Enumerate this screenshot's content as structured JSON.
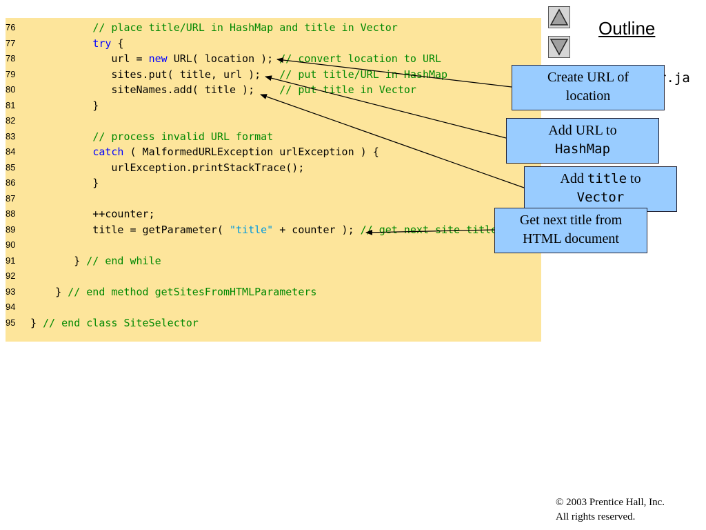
{
  "outline": {
    "title": "Outline",
    "file_fragment": "r.ja",
    "up_icon": "triangle-up-icon",
    "down_icon": "triangle-down-icon"
  },
  "code_lines": [
    {
      "num": "76",
      "parts": [
        {
          "t": "          "
        },
        {
          "t": "// place title/URL in HashMap and title in Vector",
          "c": "cm"
        }
      ]
    },
    {
      "num": "77",
      "parts": [
        {
          "t": "          "
        },
        {
          "t": "try",
          "c": "kw"
        },
        {
          "t": " {"
        }
      ]
    },
    {
      "num": "78",
      "parts": [
        {
          "t": "             url = "
        },
        {
          "t": "new",
          "c": "kw"
        },
        {
          "t": " URL( location ); "
        },
        {
          "t": "// convert location to URL",
          "c": "cm"
        }
      ]
    },
    {
      "num": "79",
      "parts": [
        {
          "t": "             sites.put( title, url );   "
        },
        {
          "t": "// put title/URL in HashMap",
          "c": "cm"
        }
      ]
    },
    {
      "num": "80",
      "parts": [
        {
          "t": "             siteNames.add( title );    "
        },
        {
          "t": "// put title in Vector",
          "c": "cm"
        }
      ]
    },
    {
      "num": "81",
      "parts": [
        {
          "t": "          }"
        }
      ]
    },
    {
      "num": "82",
      "parts": []
    },
    {
      "num": "83",
      "parts": [
        {
          "t": "          "
        },
        {
          "t": "// process invalid URL format",
          "c": "cm"
        }
      ]
    },
    {
      "num": "84",
      "parts": [
        {
          "t": "          "
        },
        {
          "t": "catch",
          "c": "kw"
        },
        {
          "t": " ( MalformedURLException urlException ) {"
        }
      ]
    },
    {
      "num": "85",
      "parts": [
        {
          "t": "             urlException.printStackTrace();"
        }
      ]
    },
    {
      "num": "86",
      "parts": [
        {
          "t": "          }"
        }
      ]
    },
    {
      "num": "87",
      "parts": []
    },
    {
      "num": "88",
      "parts": [
        {
          "t": "          ++counter;"
        }
      ]
    },
    {
      "num": "89",
      "parts": [
        {
          "t": "          title = getParameter( "
        },
        {
          "t": "\"title\"",
          "c": "str"
        },
        {
          "t": " + counter ); "
        },
        {
          "t": "// get next site title",
          "c": "cm"
        }
      ]
    },
    {
      "num": "90",
      "parts": []
    },
    {
      "num": "91",
      "parts": [
        {
          "t": "       } "
        },
        {
          "t": "// end while",
          "c": "cm"
        }
      ]
    },
    {
      "num": "92",
      "parts": []
    },
    {
      "num": "93",
      "parts": [
        {
          "t": "    } "
        },
        {
          "t": "// end method getSitesFromHTMLParameters",
          "c": "cm"
        }
      ]
    },
    {
      "num": "94",
      "parts": []
    },
    {
      "num": "95",
      "parts": [
        {
          "t": "} "
        },
        {
          "t": "// end class SiteSelector",
          "c": "cm"
        }
      ]
    }
  ],
  "callouts": {
    "create_url": {
      "line1": "Create URL of",
      "line2": "location"
    },
    "add_url": {
      "line1": "Add URL to",
      "line2": "HashMap"
    },
    "add_title": {
      "pre": "Add ",
      "code": "title",
      "post": " to",
      "line2": "Vector"
    },
    "next_title": {
      "line1": "Get next title from",
      "line2": "HTML document"
    }
  },
  "copyright": {
    "line1": "© 2003 Prentice Hall, Inc.",
    "line2": "All rights reserved."
  }
}
